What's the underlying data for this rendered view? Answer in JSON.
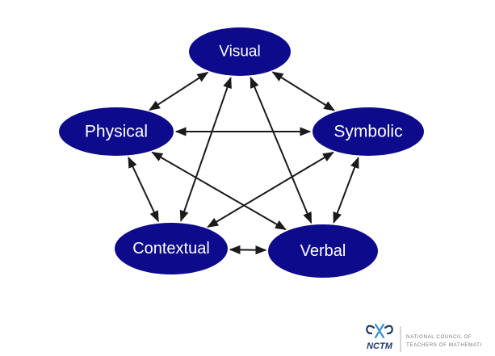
{
  "diagram": {
    "node_color": "#0d0a8c",
    "arrow_color": "#1a1a1a",
    "nodes": [
      {
        "id": "visual",
        "label": "Visual"
      },
      {
        "id": "physical",
        "label": "Physical"
      },
      {
        "id": "symbolic",
        "label": "Symbolic"
      },
      {
        "id": "contextual",
        "label": "Contextual"
      },
      {
        "id": "verbal",
        "label": "Verbal"
      }
    ],
    "connections": [
      [
        "visual",
        "physical"
      ],
      [
        "visual",
        "symbolic"
      ],
      [
        "visual",
        "contextual"
      ],
      [
        "visual",
        "verbal"
      ],
      [
        "physical",
        "symbolic"
      ],
      [
        "physical",
        "contextual"
      ],
      [
        "physical",
        "verbal"
      ],
      [
        "symbolic",
        "contextual"
      ],
      [
        "symbolic",
        "verbal"
      ],
      [
        "contextual",
        "verbal"
      ]
    ]
  },
  "logo": {
    "wordmark": "NCTM",
    "line1": "NATIONAL COUNCIL OF",
    "line2": "TEACHERS OF MATHEMATI",
    "brand_color": "#1f3a6b",
    "icon_name": "nctm-logo-icon"
  }
}
